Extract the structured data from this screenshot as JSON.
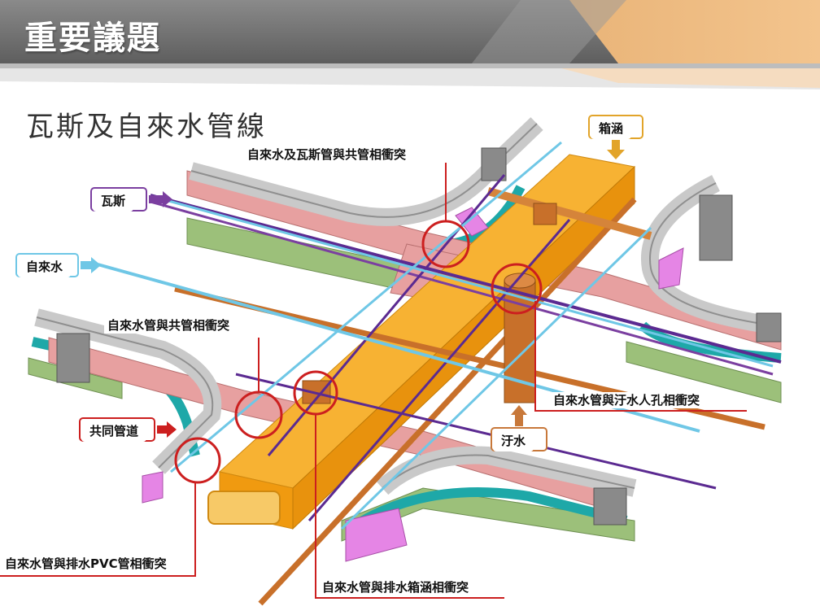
{
  "header": {
    "title": "重要議題"
  },
  "subtitle": "瓦斯及自來水管線",
  "tags": {
    "gas": "瓦斯",
    "water": "自來水",
    "culvert": "箱涵",
    "sewage": "汙水",
    "utility_tunnel": "共同管道"
  },
  "callouts": {
    "c1": "自來水及瓦斯管與共管相衝突",
    "c2": "自來水管與共管相衝突",
    "c3": "自來水管與汙水人孔相衝突",
    "c4": "自來水管與排水PVC管相衝突",
    "c5": "自來水管與排水箱涵相衝突"
  },
  "colors": {
    "gas": "#7b3fa0",
    "water": "#6fc7e6",
    "culvert": "#f7a81b",
    "sewage": "#c8783a",
    "tunnel": "#e8a0a0",
    "conflict": "#cc1f1f"
  }
}
